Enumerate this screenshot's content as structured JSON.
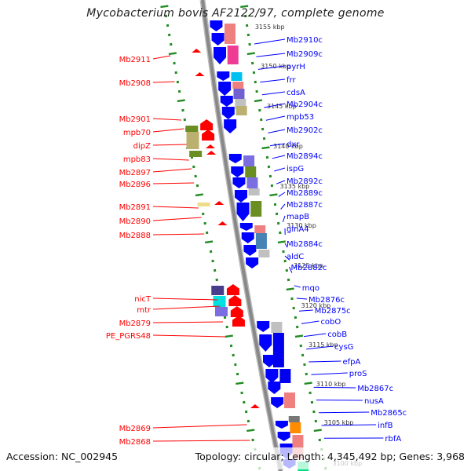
{
  "title": "Mycobacterium bovis AF2122/97, complete genome",
  "footer": {
    "accession": "Accession: NC_002945",
    "summary": "Topology: circular; Length: 4,345,492 bp; Genes: 3,968"
  },
  "colors": {
    "forward_strand": "#ff0000",
    "reverse_strand": "#0000ff",
    "backbone": "#888888",
    "tick_marks": "#228b22"
  },
  "ticks": [
    "3155 kbp",
    "3150 kbp",
    "3145 kbp",
    "3140 kbp",
    "3135 kbp",
    "3130 kbp",
    "3125 kbp",
    "3120 kbp",
    "3115 kbp",
    "3110 kbp",
    "3105 kbp",
    "3100 kbp"
  ],
  "forward_labels": [
    "Mb2911",
    "Mb2908",
    "Mb2901",
    "mpb70",
    "dipZ",
    "mpb83",
    "Mb2897",
    "Mb2896",
    "Mb2891",
    "Mb2890",
    "Mb2888",
    "nicT",
    "mtr",
    "Mb2879",
    "PE_PGRS48",
    "Mb2869",
    "Mb2868"
  ],
  "reverse_labels": [
    "Mb2910c",
    "Mb2909c",
    "pyrH",
    "frr",
    "cdsA",
    "Mb2904c",
    "mpb53",
    "Mb2902c",
    "dxr",
    "Mb2894c",
    "ispG",
    "Mb2892c",
    "Mb2889c",
    "Mb2887c",
    "mapB",
    "glnA4",
    "Mb2884c",
    "aldC",
    "Mb2882c",
    "mqo",
    "Mb2876c",
    "Mb2875c",
    "cobO",
    "cobB",
    "cysG",
    "efpA",
    "proS",
    "Mb2867c",
    "nusA",
    "Mb2865c",
    "infB",
    "rbfA"
  ]
}
